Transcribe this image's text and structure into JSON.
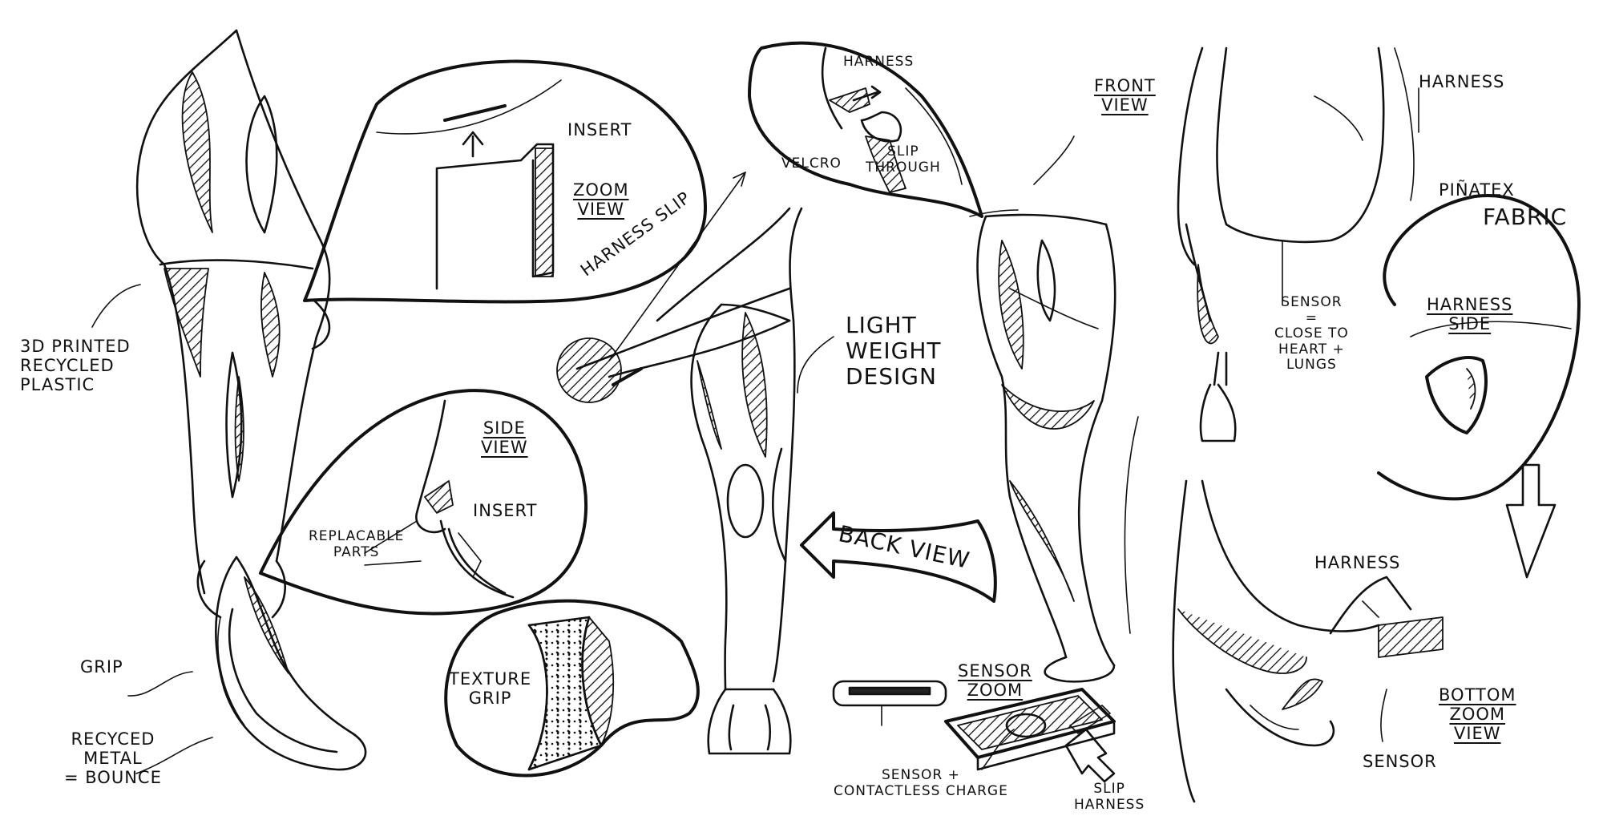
{
  "labels": {
    "recycled_plastic": "3D PRINTED\nRECYCLED\nPLASTIC",
    "grip": "GRIP",
    "recycled_metal": "RECYCED\nMETAL\n= BOUNCE",
    "insert_top": "INSERT",
    "zoom_view_1": "ZOOM\nVIEW",
    "side_view": "SIDE\nVIEW",
    "insert_side": "INSERT",
    "replaceable_parts": "REPLACABLE\nPARTS",
    "texture_grip": "TEXTURE\nGRIP",
    "harness_slip": "HARNESS SLIP",
    "harness_top": "HARNESS",
    "velcro": "VELCRO",
    "slip_through": "SLIP\nTHROUGH",
    "light_weight_design": "LIGHT\nWEIGHT\nDESIGN",
    "back_view": "BACK VIEW",
    "sensor_zoom": "SENSOR\nZOOM",
    "sensor_contactless": "SENSOR +\nCONTACTLESS CHARGE",
    "slip_harness": "SLIP\nHARNESS",
    "front_view": "FRONT\nVIEW",
    "harness_right": "HARNESS",
    "pinatex_fabric_1": "PIÑATEX",
    "pinatex_fabric_2": "FABRIC",
    "sensor_heart": "SENSOR\n=\nCLOSE TO\nHEART +\nLUNGS",
    "harness_side": "HARNESS\nSIDE",
    "harness_bottom": "HARNESS",
    "bottom_zoom_view": "BOTTOM\nZOOM\nVIEW",
    "sensor_bottom": "SENSOR"
  },
  "colors": {
    "ink": "#111111",
    "paper": "#ffffff"
  }
}
